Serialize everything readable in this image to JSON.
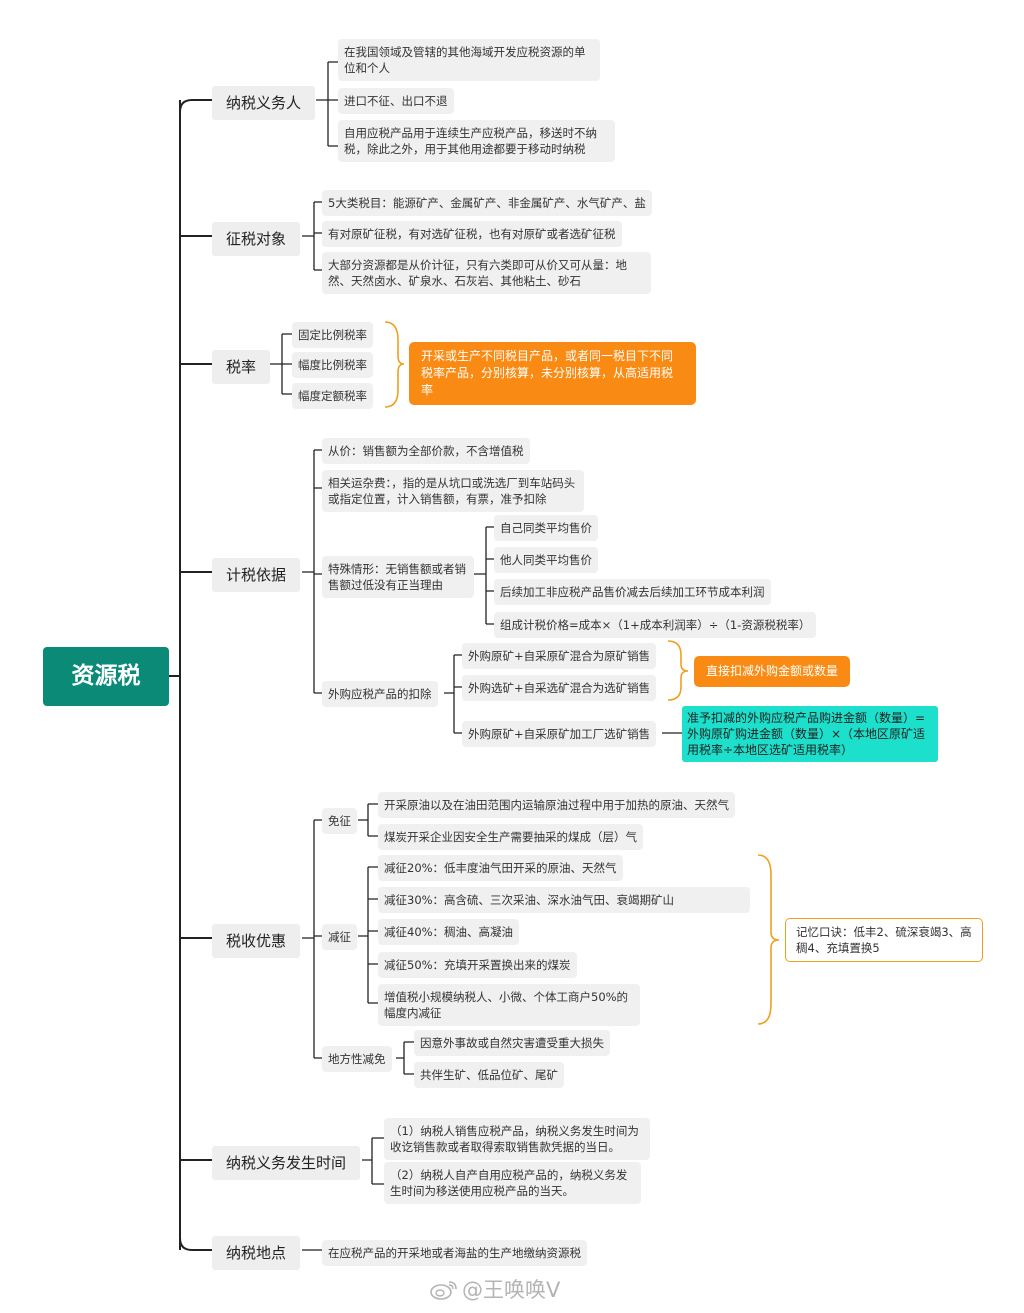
{
  "root": "资源税",
  "branches": {
    "taxpayer": {
      "label": "纳税义务人",
      "items": [
        "在我国领域及管辖的其他海域开发应税资源的单位和个人",
        "进口不征、出口不退",
        "自用应税产品用于连续生产应税产品，移送时不纳税，除此之外，用于其他用途都要于移动时纳税"
      ]
    },
    "object": {
      "label": "征税对象",
      "items": [
        "5大类税目：能源矿产、金属矿产、非金属矿产、水气矿产、盐",
        "有对原矿征税，有对选矿征税，也有对原矿或者选矿征税",
        "大部分资源都是从价计征，只有六类即可从价又可从量：地然、天然卤水、矿泉水、石灰岩、其他粘土、砂石"
      ]
    },
    "rate": {
      "label": "税率",
      "items": [
        "固定比例税率",
        "幅度比例税率",
        "幅度定额税率"
      ],
      "note": "开采或生产不同税目产品，或者同一税目下不同税率产品，分别核算，未分别核算，从高适用税率"
    },
    "basis": {
      "label": "计税依据",
      "ad_valorem": "从价：销售额为全部价款，不含增值税",
      "freight": "相关运杂费：，指的是从坑口或洗选厂到车站码头或指定位置，计入销售额，有票，准予扣除",
      "special": {
        "label": "特殊情形：无销售额或者销售额过低没有正当理由",
        "items": [
          "自己同类平均售价",
          "他人同类平均售价",
          "后续加工非应税产品售价减去后续加工环节成本利润",
          "组成计税价格=成本×（1+成本利润率）÷（1-资源税税率）"
        ]
      },
      "deduction": {
        "label": "外购应税产品的扣除",
        "items": [
          "外购原矿+自采原矿混合为原矿销售",
          "外购选矿+自采选矿混合为选矿销售",
          "外购原矿+自采原矿加工厂选矿销售"
        ],
        "note1": "直接扣减外购金额或数量",
        "note2": "准予扣减的外购应税产品购进金额（数量）=外购原矿购进金额（数量）×（本地区原矿适用税率÷本地区选矿适用税率）"
      }
    },
    "preference": {
      "label": "税收优惠",
      "exempt": {
        "label": "免征",
        "items": [
          "开采原油以及在油田范围内运输原油过程中用于加热的原油、天然气",
          "煤炭开采企业因安全生产需要抽采的煤成（层）气"
        ]
      },
      "reduce": {
        "label": "减征",
        "items": [
          "减征20%：低丰度油气田开采的原油、天然气",
          "减征30%：高含硫、三次采油、深水油气田、衰竭期矿山",
          "减征40%：稠油、高凝油",
          "减征50%：充填开采置换出来的煤炭",
          "增值税小规模纳税人、小微、个体工商户50%的幅度内减征"
        ],
        "note": "记忆口诀：低丰2、硫深衰竭3、高稠4、充填置换5"
      },
      "local": {
        "label": "地方性减免",
        "items": [
          "因意外事故或自然灾害遭受重大损失",
          "共伴生矿、低品位矿、尾矿"
        ]
      }
    },
    "time": {
      "label": "纳税义务发生时间",
      "items": [
        "（1）纳税人销售应税产品，纳税义务发生时间为收讫销售款或者取得索取销售款凭据的当日。",
        "（2）纳税人自产自用应税产品的，纳税义务发生时间为移送使用应税产品的当天。"
      ]
    },
    "place": {
      "label": "纳税地点",
      "items": [
        "在应税产品的开采地或者海盐的生产地缴纳资源税"
      ]
    }
  },
  "watermark": "@王唤唤V",
  "colors": {
    "root": "#0b8a78",
    "orange": "#f98b14",
    "teal": "#1de0cc",
    "bracket": "#f0a020",
    "line": "#222222"
  }
}
